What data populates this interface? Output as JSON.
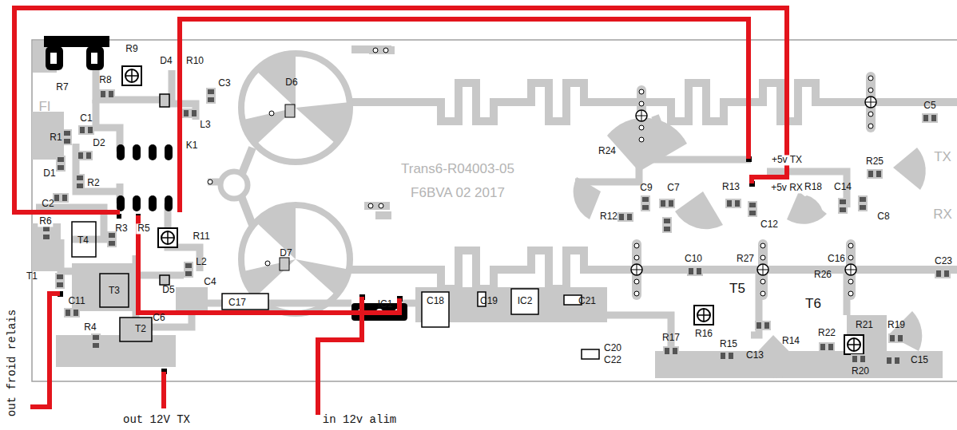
{
  "diagram": {
    "labels": [
      "R7",
      "R9",
      "D4",
      "R10",
      "C3",
      "R8",
      "L3",
      "D6",
      "FI",
      "C1",
      "R1",
      "D2",
      "K1",
      "D1",
      "R2",
      "C2",
      "R6",
      "T4",
      "R3",
      "R5",
      "R11",
      "T1",
      "L2",
      "C4",
      "T3",
      "D5",
      "C11",
      "T2",
      "C6",
      "R4",
      "C17",
      "IC1",
      "C18",
      "C19",
      "IC2",
      "C21",
      "C20",
      "C22",
      "D7",
      "Trans6-R04003-05",
      "F6BVA 02 2017",
      "R24",
      "C9",
      "C7",
      "R12",
      "+5v TX",
      "R13",
      "+5v RX",
      "R18",
      "C14",
      "R25",
      "C8",
      "C12",
      "C5",
      "TX",
      "RX",
      "C10",
      "R27",
      "C16",
      "T5",
      "R26",
      "T6",
      "C23",
      "R16",
      "R17",
      "R15",
      "C13",
      "R14",
      "R22",
      "R21",
      "R19",
      "R20",
      "C15",
      "out froid relais",
      "out 12V TX",
      "in 12v alim"
    ]
  }
}
